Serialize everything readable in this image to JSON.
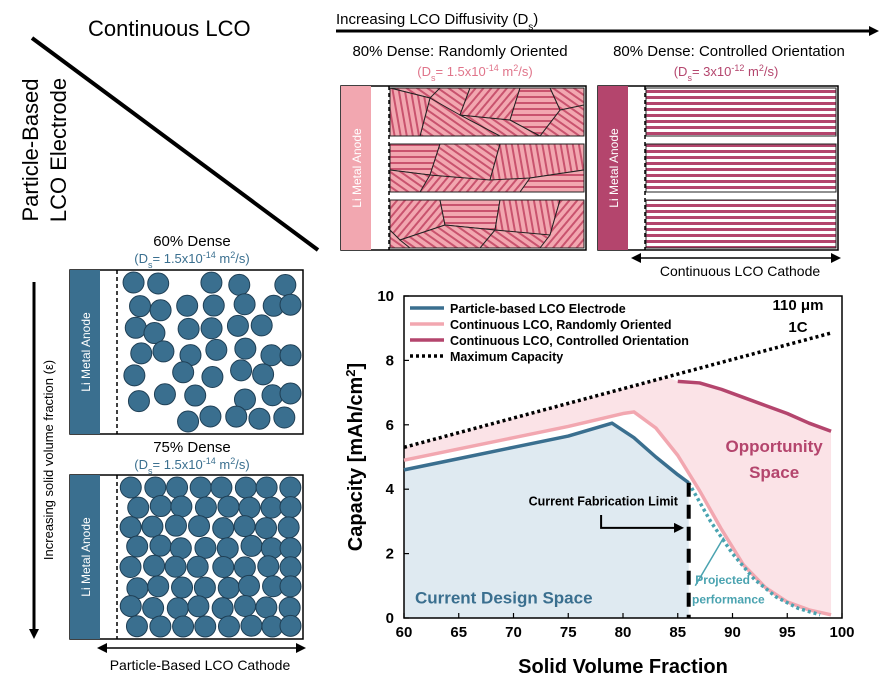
{
  "corner": {
    "top_label": "Continuous LCO",
    "left_label_line1": "Particle-Based",
    "left_label_line2": "LCO Electrode"
  },
  "top_arrow_label": "Increasing LCO Diffusivity (Ds)",
  "panels": {
    "random": {
      "title": "80% Dense: Randomly Oriented",
      "diffusivity": "(Ds= 1.5x10-14 m2/s)",
      "anode_label": "Li Metal Anode"
    },
    "controlled": {
      "title": "80% Dense: Controlled Orientation",
      "diffusivity": "(Ds= 3x10-12 m2/s)",
      "anode_label": "Li Metal Anode",
      "cathode_label": "Continuous LCO Cathode"
    },
    "dense60": {
      "title": "60% Dense",
      "diffusivity": "(Ds= 1.5x10-14 m2/s)",
      "anode_label": "Li Metal Anode"
    },
    "dense75": {
      "title": "75% Dense",
      "diffusivity": "(Ds= 1.5x10-14 m2/s)",
      "anode_label": "Li Metal Anode",
      "cathode_label": "Particle-Based LCO Cathode"
    }
  },
  "left_arrow_label": "Increasing solid volume fraction (ε)",
  "colors": {
    "particle": "#3a6f8f",
    "particle_edge": "#1f3f55",
    "random_pink": "#f2a7b0",
    "random_stripe": "#c9536e",
    "controlled": "#b4456d",
    "design_fill": "#dfeaf1",
    "opportunity_fill": "#fbe3e7",
    "projected": "#4aa3b0"
  },
  "chart_data": {
    "type": "line",
    "xlabel": "Solid Volume Fraction",
    "ylabel": "Capacity [mAh/cm2]",
    "xlim": [
      60,
      100
    ],
    "ylim": [
      0,
      10
    ],
    "xticks": [
      "60",
      "65",
      "70",
      "75",
      "80",
      "85",
      "90",
      "95",
      "100"
    ],
    "yticks": [
      "0",
      "2",
      "4",
      "6",
      "8",
      "10"
    ],
    "legend_position": "top-left",
    "annotation_thickness": "110 μm",
    "annotation_rate": "1C",
    "series": [
      {
        "name": "Particle-based LCO Electrode",
        "color": "#3a6f8f",
        "x": [
          60,
          65,
          70,
          75,
          79,
          81,
          83,
          85,
          86
        ],
        "y": [
          4.6,
          4.95,
          5.3,
          5.65,
          6.05,
          5.6,
          5.0,
          4.45,
          4.2
        ]
      },
      {
        "name": "Continuous LCO, Randomly Oriented",
        "color": "#f2a7b0",
        "x": [
          60,
          65,
          70,
          75,
          80,
          81,
          83,
          85,
          87,
          89,
          91,
          93,
          95,
          97,
          99
        ],
        "y": [
          4.9,
          5.25,
          5.6,
          5.95,
          6.35,
          6.4,
          5.9,
          5.05,
          3.95,
          2.75,
          1.65,
          0.95,
          0.5,
          0.25,
          0.1
        ]
      },
      {
        "name": "Continuous LCO, Controlled Orientation",
        "color": "#b4456d",
        "x": [
          85,
          87,
          89,
          91,
          93,
          95,
          97,
          99
        ],
        "y": [
          7.35,
          7.3,
          7.1,
          6.85,
          6.6,
          6.35,
          6.05,
          5.8
        ]
      },
      {
        "name": "Maximum Capacity",
        "color": "#000000",
        "style": "dotted",
        "x": [
          60,
          99
        ],
        "y": [
          5.3,
          8.85
        ]
      },
      {
        "name": "Projected performance",
        "color": "#4aa3b0",
        "style": "dotted",
        "x": [
          86,
          88,
          90,
          92,
          94,
          96,
          98
        ],
        "y": [
          4.2,
          3.0,
          2.0,
          1.2,
          0.65,
          0.3,
          0.1
        ]
      }
    ],
    "regions": {
      "design_space_label": "Current Design Space",
      "opportunity_label_line1": "Opportunity",
      "opportunity_label_line2": "Space",
      "fabrication_limit_label": "Current Fabrication Limit",
      "fabrication_limit_x": 86,
      "projected_label_line1": "Projected",
      "projected_label_line2": "performance"
    }
  }
}
